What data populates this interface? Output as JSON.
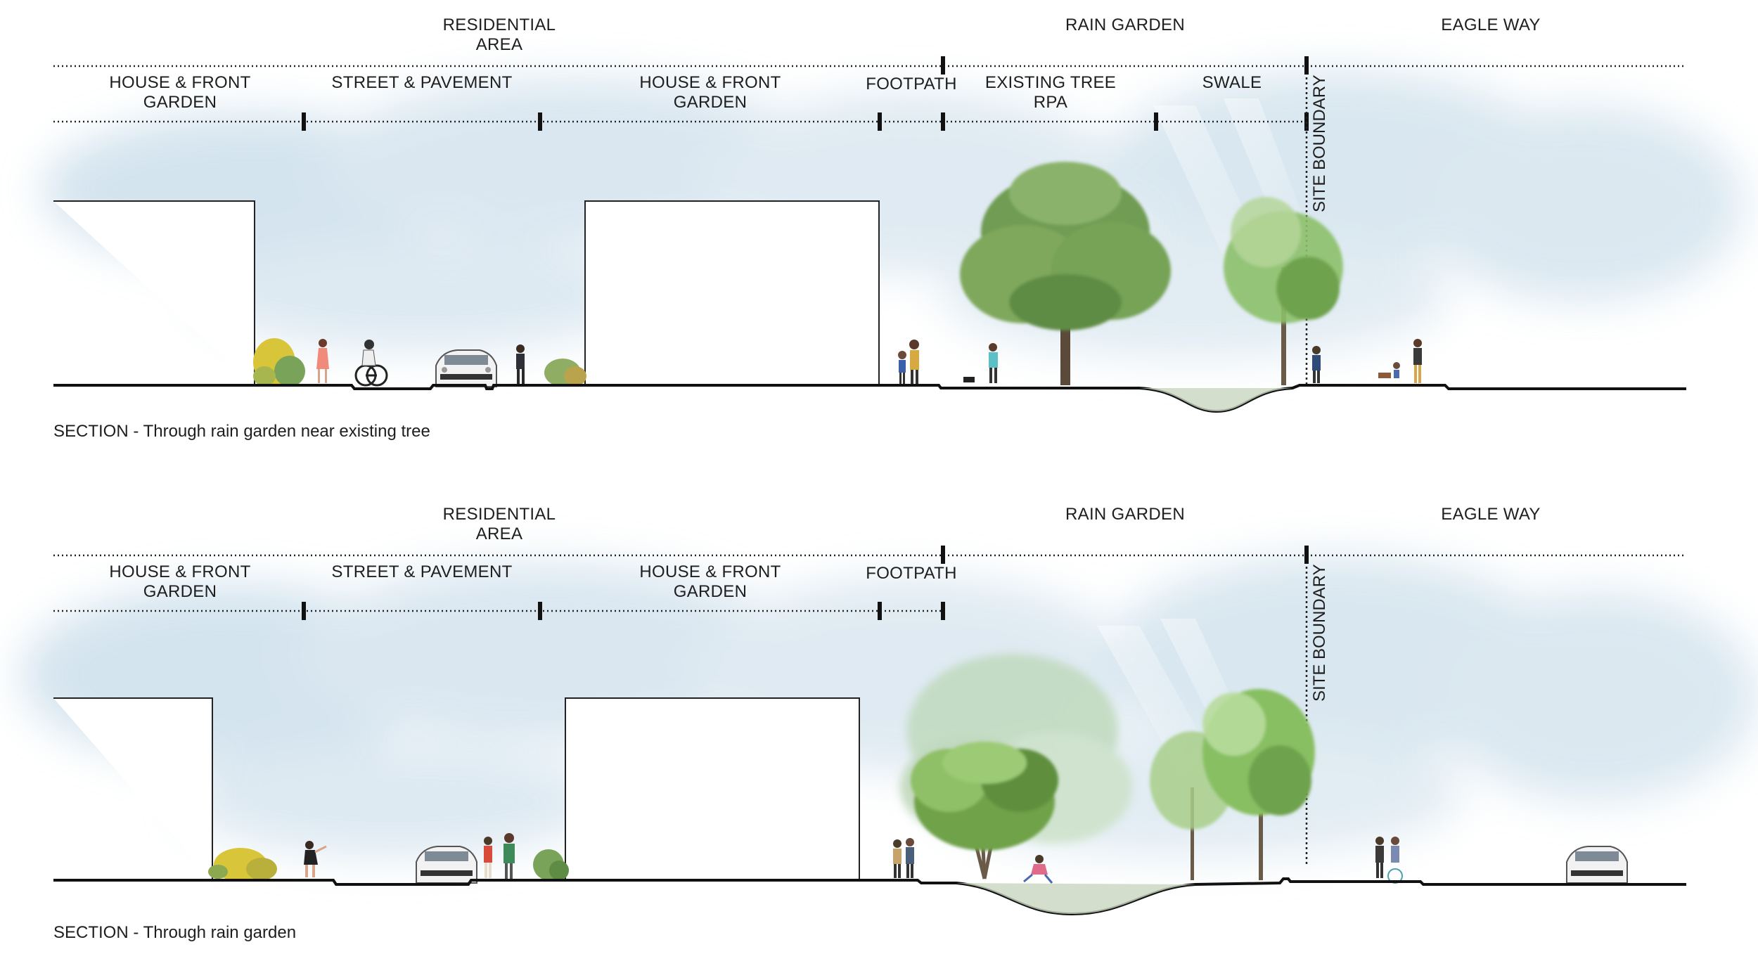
{
  "sections": [
    {
      "id": "top",
      "caption": "SECTION - Through rain garden near existing tree",
      "upper_labels": {
        "residential_area_line1": "RESIDENTIAL",
        "residential_area_line2": "AREA",
        "rain_garden": "RAIN GARDEN",
        "eagle_way": "EAGLE WAY"
      },
      "lower_labels": {
        "house_front_garden_1_line1": "HOUSE & FRONT",
        "house_front_garden_1_line2": "GARDEN",
        "street_pavement": "STREET & PAVEMENT",
        "house_front_garden_2_line1": "HOUSE & FRONT",
        "house_front_garden_2_line2": "GARDEN",
        "footpath": "FOOTPATH",
        "existing_tree_line1": "EXISTING TREE",
        "existing_tree_line2": "RPA",
        "swale": "SWALE"
      },
      "site_boundary": "SITE BOUNDARY"
    },
    {
      "id": "bottom",
      "caption": "SECTION - Through rain garden",
      "upper_labels": {
        "residential_area_line1": "RESIDENTIAL",
        "residential_area_line2": "AREA",
        "rain_garden": "RAIN GARDEN",
        "eagle_way": "EAGLE WAY"
      },
      "lower_labels": {
        "house_front_garden_1_line1": "HOUSE & FRONT",
        "house_front_garden_1_line2": "GARDEN",
        "street_pavement": "STREET & PAVEMENT",
        "house_front_garden_2_line1": "HOUSE & FRONT",
        "house_front_garden_2_line2": "GARDEN",
        "footpath": "FOOTPATH"
      },
      "site_boundary": "SITE BOUNDARY"
    }
  ],
  "colors": {
    "sky": "#c9dcea",
    "tree_green": "#5f9a3c",
    "tree_light": "#a9cf86",
    "shrub_yellow": "#d9c53a",
    "ground": "#111111",
    "swale_fill": "#c9d6c0"
  }
}
